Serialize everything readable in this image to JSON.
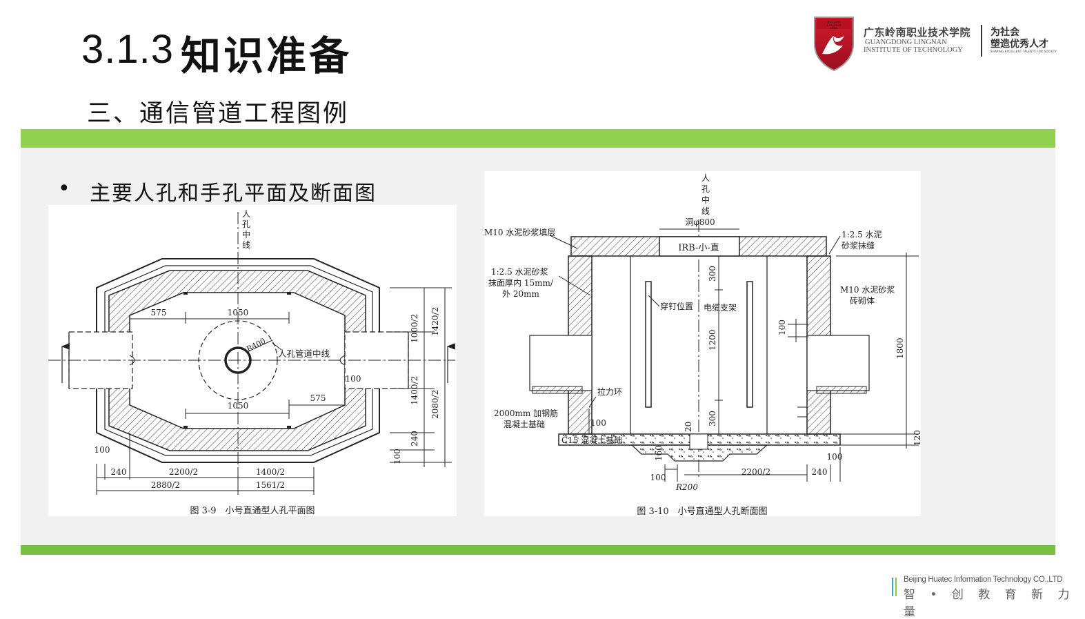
{
  "header": {
    "section_number": "3.1.3",
    "section_title": "知识准备",
    "subtitle": "三、通信管道工程图例"
  },
  "logo": {
    "badge_text_top": "EST.2001",
    "badge_text_mid1": "Lingnan",
    "badge_text_mid2": "ZHIYE",
    "school_cn": "广东岭南职业技术学院",
    "school_en_line1": "GUANGDONG LINGNAN",
    "school_en_line2": "INSTITUTE OF TECHNOLOGY",
    "slogan_line1": "为社会",
    "slogan_line2": "塑造优秀人才",
    "slogan_en": "SHAPING EXCELLENT TALENTS FOR SOCIETY"
  },
  "content": {
    "bullet_symbol": "•",
    "bullet_text": "主要人孔和手孔平面及断面图"
  },
  "figure_left": {
    "caption": "图 3-9　小号直通型人孔平面图",
    "center_label": [
      "人",
      "孔",
      "中",
      "线"
    ],
    "pipe_center_label": "人孔管道中线",
    "radius_label": "R400",
    "dims": {
      "d575_top": "575",
      "d1050_top": "1050",
      "d575_bottom": "575",
      "d1050_bottom": "1050",
      "d100_right": "100",
      "d1000_2": "1000/2",
      "d1420_2": "1420/2",
      "d1400_2": "1400/2",
      "d2080_2": "2080/2",
      "d240_right": "240",
      "d100_vert": "100",
      "d100_left": "100",
      "d240_bottom": "240",
      "d2200_2": "2200/2",
      "d1400_2_bottom": "1400/2",
      "d2880_2": "2880/2",
      "d1561_2": "1561/2"
    }
  },
  "figure_right": {
    "caption": "图 3-10　小号直通型人孔断面图",
    "center_label": [
      "人",
      "孔",
      "中",
      "线"
    ],
    "opening_label": "洞φ800",
    "cover_label": "IRB-小-直",
    "labels": {
      "m10_fill": "M10 水泥砂浆填层",
      "mortar_joint1": "1:2.5 水泥",
      "mortar_joint2": "砂浆抹缝",
      "plaster1": "1:2.5 水泥砂浆",
      "plaster2": "抹面厚内 15mm/",
      "plaster3": "外 20mm",
      "nail_pos": "穿钉位置",
      "cable_rack": "电缆支架",
      "masonry1": "M10 水泥砂浆",
      "masonry2": "砖砌体",
      "pull_ring": "拉力环",
      "rebar1": "2000mm 加钢筋",
      "rebar2": "混凝土基础",
      "foundation": "C15 混凝土基础"
    },
    "dims": {
      "d300_top": "300",
      "d1200": "1200",
      "d300_bottom": "300",
      "d100_pipe": "100",
      "d1800": "1800",
      "d120": "120",
      "d100_ring": "100",
      "d20": "20",
      "d160": "160",
      "d100_bl": "100",
      "d2200_2": "2200/2",
      "d240": "240",
      "d100_br": "100",
      "r200": "R200"
    }
  },
  "footer": {
    "company_en": "Beijing Huatec Information Technology CO.,LTD",
    "slogan_cn": "智 • 创 教 育 新 力 量"
  },
  "colors": {
    "green_bar": "#92d050",
    "green_bar_bottom": "#7ac143",
    "panel_bg": "#f1f1f1",
    "logo_red": "#c8102e"
  }
}
